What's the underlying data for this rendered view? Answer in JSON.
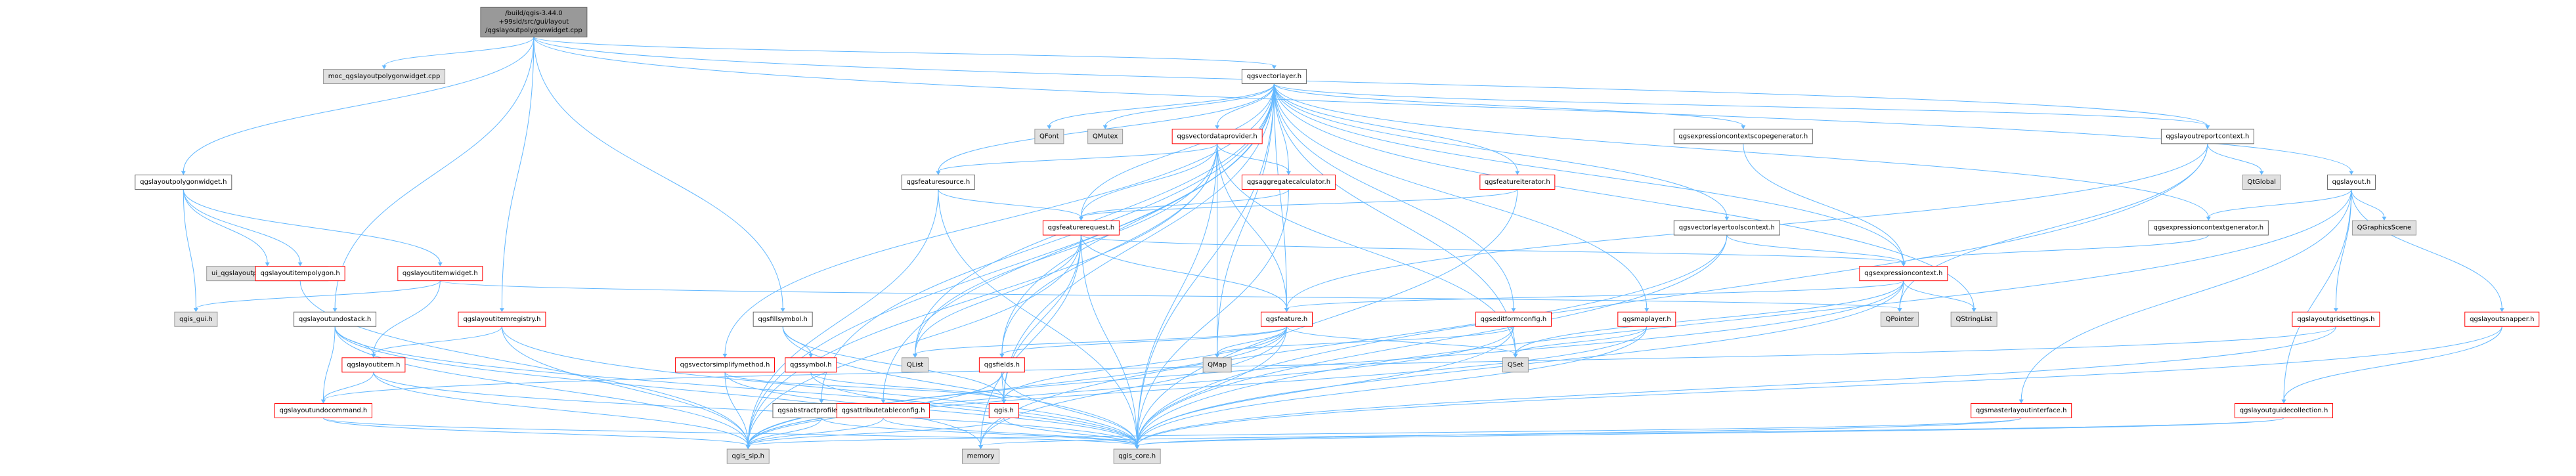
{
  "colors": {
    "root_fill": "#999999",
    "root_stroke": "#666666",
    "doc_fill": "#ffffff",
    "doc_stroke": "#666666",
    "doc_red_stroke": "#ff0000",
    "ext_fill": "#e0e0e0",
    "ext_stroke": "#999999",
    "edge": "#63b8ff"
  },
  "nodes": [
    {
      "id": "root",
      "kind": "root",
      "lines": [
        "/build/qgis-3.44.0",
        "+99sid/src/gui/layout",
        "/qgslayoutpolygonwidget.cpp"
      ]
    },
    {
      "id": "moc",
      "kind": "ext",
      "lines": [
        "moc_qgslayoutpolygonwidget.cpp"
      ]
    },
    {
      "id": "qgsvectorlayer",
      "kind": "doc",
      "lines": [
        "qgsvectorlayer.h"
      ]
    },
    {
      "id": "qfont",
      "kind": "ext",
      "lines": [
        "QFont"
      ]
    },
    {
      "id": "qmutex",
      "kind": "ext",
      "lines": [
        "QMutex"
      ]
    },
    {
      "id": "qgsvectordataprovider",
      "kind": "red",
      "lines": [
        "qgsvectordataprovider.h"
      ]
    },
    {
      "id": "qgsexpressioncontextscopegenerator",
      "kind": "doc",
      "lines": [
        "qgsexpressioncontextscopegenerator.h"
      ]
    },
    {
      "id": "qgslayoutreportcontext",
      "kind": "doc",
      "lines": [
        "qgslayoutreportcontext.h"
      ]
    },
    {
      "id": "qgslayoutpolygonwidget",
      "kind": "doc",
      "lines": [
        "qgslayoutpolygonwidget.h"
      ]
    },
    {
      "id": "qgsfeaturesource",
      "kind": "doc",
      "lines": [
        "qgsfeaturesource.h"
      ]
    },
    {
      "id": "qgsaggregatecalculator",
      "kind": "red",
      "lines": [
        "qgsaggregatecalculator.h"
      ]
    },
    {
      "id": "qgsfeatureiterator",
      "kind": "red",
      "lines": [
        "qgsfeatureiterator.h"
      ]
    },
    {
      "id": "qtglobal",
      "kind": "ext",
      "lines": [
        "QtGlobal"
      ]
    },
    {
      "id": "qgslayout",
      "kind": "doc",
      "lines": [
        "qgslayout.h"
      ]
    },
    {
      "id": "qgsfeaturerequest",
      "kind": "red",
      "lines": [
        "qgsfeaturerequest.h"
      ]
    },
    {
      "id": "qgsvectorlayertoolscontext",
      "kind": "doc",
      "lines": [
        "qgsvectorlayertoolscontext.h"
      ]
    },
    {
      "id": "qgsexpressioncontextgenerator",
      "kind": "doc",
      "lines": [
        "qgsexpressioncontextgenerator.h"
      ]
    },
    {
      "id": "qgraphicsscene",
      "kind": "ext",
      "lines": [
        "QGraphicsScene"
      ]
    },
    {
      "id": "ui_polygonwidgetbase",
      "kind": "ext",
      "lines": [
        "ui_qgslayoutpolygonwidgetbase.h"
      ]
    },
    {
      "id": "qgslayoutitempolygon",
      "kind": "red",
      "lines": [
        "qgslayoutitempolygon.h"
      ]
    },
    {
      "id": "qgslayoutitemwidget",
      "kind": "red",
      "lines": [
        "qgslayoutitemwidget.h"
      ]
    },
    {
      "id": "qgsexpressioncontext",
      "kind": "red",
      "lines": [
        "qgsexpressioncontext.h"
      ]
    },
    {
      "id": "qgs_gui",
      "kind": "ext",
      "lines": [
        "qgis_gui.h"
      ]
    },
    {
      "id": "qgslayoutundostack",
      "kind": "doc",
      "lines": [
        "qgslayoutundostack.h"
      ]
    },
    {
      "id": "qgslayoutitemregistry",
      "kind": "red",
      "lines": [
        "qgslayoutitemregistry.h"
      ]
    },
    {
      "id": "qgsfillsymbol",
      "kind": "doc",
      "lines": [
        "qgsfillsymbol.h"
      ]
    },
    {
      "id": "qgsfeature",
      "kind": "red",
      "lines": [
        "qgsfeature.h"
      ]
    },
    {
      "id": "qgseditformconfig",
      "kind": "red",
      "lines": [
        "qgseditformconfig.h"
      ]
    },
    {
      "id": "qgsmaplayer",
      "kind": "red",
      "lines": [
        "qgsmaplayer.h"
      ]
    },
    {
      "id": "qpointer",
      "kind": "ext",
      "lines": [
        "QPointer"
      ]
    },
    {
      "id": "qstringlist",
      "kind": "ext",
      "lines": [
        "QStringList"
      ]
    },
    {
      "id": "qgslayoutgridsettings",
      "kind": "red",
      "lines": [
        "qgslayoutgridsettings.h"
      ]
    },
    {
      "id": "qgslayoutsnapper",
      "kind": "red",
      "lines": [
        "qgslayoutsnapper.h"
      ]
    },
    {
      "id": "qgslayoutitem",
      "kind": "red",
      "lines": [
        "qgslayoutitem.h"
      ]
    },
    {
      "id": "qgsvectorsimplifymethod",
      "kind": "red",
      "lines": [
        "qgsvectorsimplifymethod.h"
      ]
    },
    {
      "id": "qgssymbol",
      "kind": "red",
      "lines": [
        "qgssymbol.h"
      ]
    },
    {
      "id": "qlist",
      "kind": "ext",
      "lines": [
        "QList"
      ]
    },
    {
      "id": "qgsfields",
      "kind": "red",
      "lines": [
        "qgsfields.h"
      ]
    },
    {
      "id": "qmap",
      "kind": "ext",
      "lines": [
        "QMap"
      ]
    },
    {
      "id": "qset",
      "kind": "ext",
      "lines": [
        "QSet"
      ]
    },
    {
      "id": "qgslayoutundocommand",
      "kind": "red",
      "lines": [
        "qgslayoutundocommand.h"
      ]
    },
    {
      "id": "qgsabstractprofilesource",
      "kind": "doc",
      "lines": [
        "qgsabstractprofilesource.h"
      ]
    },
    {
      "id": "qgsattributetableconfig",
      "kind": "red",
      "lines": [
        "qgsattributetableconfig.h"
      ]
    },
    {
      "id": "qgis",
      "kind": "red",
      "lines": [
        "qgis.h"
      ]
    },
    {
      "id": "qgsmasterlayoutinterface",
      "kind": "red",
      "lines": [
        "qgsmasterlayoutinterface.h"
      ]
    },
    {
      "id": "qgslayoutguidecollection",
      "kind": "red",
      "lines": [
        "qgslayoutguidecollection.h"
      ]
    },
    {
      "id": "memory",
      "kind": "ext",
      "lines": [
        "memory"
      ]
    },
    {
      "id": "qgis_sip",
      "kind": "ext",
      "lines": [
        "qgis_sip.h"
      ]
    },
    {
      "id": "qgis_core",
      "kind": "ext",
      "lines": [
        "qgis_core.h"
      ]
    }
  ],
  "edges": [
    [
      "root",
      "moc"
    ],
    [
      "root",
      "qgsvectorlayer"
    ],
    [
      "root",
      "qgslayoutpolygonwidget"
    ],
    [
      "root",
      "qgslayoutundostack"
    ],
    [
      "root",
      "qgslayoutitemregistry"
    ],
    [
      "root",
      "qgsfillsymbol"
    ],
    [
      "root",
      "qgslayoutreportcontext"
    ],
    [
      "root",
      "qgslayout"
    ],
    [
      "qgsvectorlayer",
      "qfont"
    ],
    [
      "qgsvectorlayer",
      "qmutex"
    ],
    [
      "qgsvectorlayer",
      "qgsvectordataprovider"
    ],
    [
      "qgsvectorlayer",
      "qgsexpressioncontextscopegenerator"
    ],
    [
      "qgsvectorlayer",
      "qgslayoutreportcontext"
    ],
    [
      "qgsvectorlayer",
      "qgsfeaturesource"
    ],
    [
      "qgsvectorlayer",
      "qgsaggregatecalculator"
    ],
    [
      "qgsvectorlayer",
      "qgsfeatureiterator"
    ],
    [
      "qgsvectorlayer",
      "qgsfeaturerequest"
    ],
    [
      "qgsvectorlayer",
      "qgsvectorlayertoolscontext"
    ],
    [
      "qgsvectorlayer",
      "qgsexpressioncontextgenerator"
    ],
    [
      "qgsvectorlayer",
      "qgsexpressioncontext"
    ],
    [
      "qgsvectorlayer",
      "qgsfeature"
    ],
    [
      "qgsvectorlayer",
      "qgseditformconfig"
    ],
    [
      "qgsvectorlayer",
      "qgsmaplayer"
    ],
    [
      "qgsvectorlayer",
      "qstringlist"
    ],
    [
      "qgsvectorlayer",
      "qgsvectorsimplifymethod"
    ],
    [
      "qgsvectorlayer",
      "qlist"
    ],
    [
      "qgsvectorlayer",
      "qgsfields"
    ],
    [
      "qgsvectorlayer",
      "qmap"
    ],
    [
      "qgsvectorlayer",
      "qset"
    ],
    [
      "qgsvectorlayer",
      "qgsabstractprofilesource"
    ],
    [
      "qgsvectorlayer",
      "qgsattributetableconfig"
    ],
    [
      "qgsvectorlayer",
      "qgis"
    ],
    [
      "qgsvectorlayer",
      "qgis_sip"
    ],
    [
      "qgsvectorlayer",
      "qgis_core"
    ],
    [
      "qgsvectordataprovider",
      "qgsfeaturesource"
    ],
    [
      "qgsvectordataprovider",
      "qgsaggregatecalculator"
    ],
    [
      "qgsvectordataprovider",
      "qgsfeaturerequest"
    ],
    [
      "qgsvectordataprovider",
      "qgsfeature"
    ],
    [
      "qgsvectordataprovider",
      "qgsfields"
    ],
    [
      "qgsvectordataprovider",
      "qmap"
    ],
    [
      "qgsvectordataprovider",
      "qset"
    ],
    [
      "qgsvectordataprovider",
      "qlist"
    ],
    [
      "qgsvectordataprovider",
      "qgis_core"
    ],
    [
      "qgsvectordataprovider",
      "qgis_sip"
    ],
    [
      "qgsfeaturesource",
      "qgsfeaturerequest"
    ],
    [
      "qgsfeaturesource",
      "qgis_core"
    ],
    [
      "qgsfeaturesource",
      "qgis_sip"
    ],
    [
      "qgsaggregatecalculator",
      "qgsfeaturerequest"
    ],
    [
      "qgsaggregatecalculator",
      "qgis_core"
    ],
    [
      "qgsfeatureiterator",
      "qgsfeaturerequest"
    ],
    [
      "qgsfeatureiterator",
      "qgis_core"
    ],
    [
      "qgsfeaturerequest",
      "qgsexpressioncontext"
    ],
    [
      "qgsfeaturerequest",
      "qgsfeature"
    ],
    [
      "qgsfeaturerequest",
      "qlist"
    ],
    [
      "qgsfeaturerequest",
      "qgis"
    ],
    [
      "qgsfeaturerequest",
      "memory"
    ],
    [
      "qgsfeaturerequest",
      "qgis_core"
    ],
    [
      "qgsfeaturerequest",
      "qgis_sip"
    ],
    [
      "qgsexpressioncontextscopegenerator",
      "qgsexpressioncontext"
    ],
    [
      "qgsexpressioncontextgenerator",
      "qgsexpressioncontext"
    ],
    [
      "qgsvectorlayertoolscontext",
      "qgsexpressioncontext"
    ],
    [
      "qgsvectorlayertoolscontext",
      "qgis_core"
    ],
    [
      "qgsvectorlayertoolscontext",
      "memory"
    ],
    [
      "qgsexpressioncontext",
      "qgsfeature"
    ],
    [
      "qgsexpressioncontext",
      "qpointer"
    ],
    [
      "qgsexpressioncontext",
      "qstringlist"
    ],
    [
      "qgsexpressioncontext",
      "qset"
    ],
    [
      "qgsexpressioncontext",
      "qgis_core"
    ],
    [
      "qgsexpressioncontext",
      "qgis_sip"
    ],
    [
      "qgslayoutreportcontext",
      "qtglobal"
    ],
    [
      "qgslayoutreportcontext",
      "qgsfeature"
    ],
    [
      "qgslayoutreportcontext",
      "qpointer"
    ],
    [
      "qgslayoutreportcontext",
      "qgis_core"
    ],
    [
      "qgslayout",
      "qgraphicsscene"
    ],
    [
      "qgslayout",
      "qgsexpressioncontextgenerator"
    ],
    [
      "qgslayout",
      "qgslayoutgridsettings"
    ],
    [
      "qgslayout",
      "qgslayoutsnapper"
    ],
    [
      "qgslayout",
      "qgslayoutguidecollection"
    ],
    [
      "qgslayout",
      "qgsmasterlayoutinterface"
    ],
    [
      "qgslayout",
      "qgis_core"
    ],
    [
      "qgslayoutgridsettings",
      "qgslayoutundocommand"
    ],
    [
      "qgslayoutgridsettings",
      "qgis_core"
    ],
    [
      "qgslayoutsnapper",
      "qgslayoutguidecollection"
    ],
    [
      "qgslayoutsnapper",
      "qgis_core"
    ],
    [
      "qgslayoutguidecollection",
      "qgis_core"
    ],
    [
      "qgslayoutguidecollection",
      "memory"
    ],
    [
      "qgsmasterlayoutinterface",
      "qgis_core"
    ],
    [
      "qgsmasterlayoutinterface",
      "qgis_sip"
    ],
    [
      "qgslayoutpolygonwidget",
      "ui_polygonwidgetbase"
    ],
    [
      "qgslayoutpolygonwidget",
      "qgslayoutitempolygon"
    ],
    [
      "qgslayoutpolygonwidget",
      "qgslayoutitemwidget"
    ],
    [
      "qgslayoutpolygonwidget",
      "qgs_gui"
    ],
    [
      "qgslayoutitempolygon",
      "qgis_sip"
    ],
    [
      "qgslayoutitemwidget",
      "qgs_gui"
    ],
    [
      "qgslayoutitemwidget",
      "qgslayoutitem"
    ],
    [
      "qgslayoutitemwidget",
      "qpointer"
    ],
    [
      "qgslayoutundostack",
      "qgslayoutitem"
    ],
    [
      "qgslayoutundostack",
      "qgslayoutundocommand"
    ],
    [
      "qgslayoutundostack",
      "qgis_core"
    ],
    [
      "qgslayoutundostack",
      "qgis_sip"
    ],
    [
      "qgslayoutundostack",
      "memory"
    ],
    [
      "qgslayoutitemregistry",
      "qgslayoutitem"
    ],
    [
      "qgslayoutitemregistry",
      "qgis_core"
    ],
    [
      "qgslayoutitemregistry",
      "qgis_sip"
    ],
    [
      "qgslayoutitem",
      "qgslayoutundocommand"
    ],
    [
      "qgslayoutitem",
      "qgis_core"
    ],
    [
      "qgslayoutitem",
      "qgis_sip"
    ],
    [
      "qgslayoutundocommand",
      "qgis_core"
    ],
    [
      "qgslayoutundocommand",
      "qgis_sip"
    ],
    [
      "qgsfillsymbol",
      "qgssymbol"
    ],
    [
      "qgsfillsymbol",
      "qgis_core"
    ],
    [
      "qgsfillsymbol",
      "qgis"
    ],
    [
      "qgssymbol",
      "qgis"
    ],
    [
      "qgssymbol",
      "qgis_core"
    ],
    [
      "qgsfeature",
      "qlist"
    ],
    [
      "qgsfeature",
      "qmap"
    ],
    [
      "qgsfeature",
      "qset"
    ],
    [
      "qgsfeature",
      "qgsfields"
    ],
    [
      "qgsfeature",
      "qgis"
    ],
    [
      "qgsfeature",
      "memory"
    ],
    [
      "qgsfeature",
      "qgis_core"
    ],
    [
      "qgsfeature",
      "qgis_sip"
    ],
    [
      "qgsfields",
      "qgis"
    ],
    [
      "qgsfields",
      "qgis_core"
    ],
    [
      "qgsfields",
      "qgis_sip"
    ],
    [
      "qgseditformconfig",
      "qmap"
    ],
    [
      "qgseditformconfig",
      "qgis_core"
    ],
    [
      "qgseditformconfig",
      "qgis_sip"
    ],
    [
      "qgsmaplayer",
      "qset"
    ],
    [
      "qgsmaplayer",
      "qgis_core"
    ],
    [
      "qgsmaplayer",
      "qgis_sip"
    ],
    [
      "qgsvectorsimplifymethod",
      "qgis"
    ],
    [
      "qgsvectorsimplifymethod",
      "qgis_core"
    ],
    [
      "qgsvectorsimplifymethod",
      "qgis_sip"
    ],
    [
      "qgsattributetableconfig",
      "qgis_core"
    ],
    [
      "qgsattributetableconfig",
      "qgis_sip"
    ],
    [
      "qgsabstractprofilesource",
      "qgis_core"
    ],
    [
      "qgsabstractprofilesource",
      "qgis_sip"
    ],
    [
      "qgis",
      "qgis_core"
    ],
    [
      "qgis",
      "qgis_sip"
    ]
  ]
}
